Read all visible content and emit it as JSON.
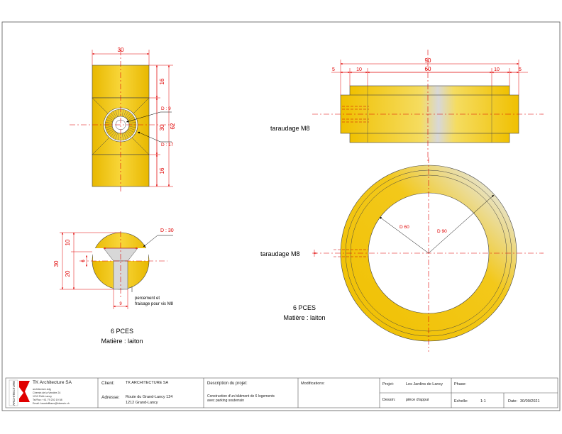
{
  "colors": {
    "brass": "#f2c200",
    "dim": "#e00000",
    "bore": "#cfcfcf",
    "border": "#555555"
  },
  "part_top": {
    "dims": {
      "width": "30",
      "h_top": "16",
      "h_mid": "30",
      "h_bot": "16",
      "h_total": "62",
      "d_inner": "D : 9",
      "d_outer": "D : 17"
    }
  },
  "part_small": {
    "dims": {
      "top": "D : 30",
      "h1": "10",
      "h2": "20",
      "h_total": "30",
      "side": "6",
      "bottom": "9"
    },
    "note": [
      "percement et",
      "fraisage pour vis M8"
    ],
    "qty": "6 PCES",
    "material": "Matière : laiton"
  },
  "ring": {
    "dims": {
      "total": "90",
      "left_end": "5",
      "left": "10",
      "mid": "60",
      "right": "10",
      "right_end": "5",
      "d_inner": "D 60",
      "d_outer": "D 90",
      "thread_small": "8"
    },
    "thread_label_1": "taraudage M8",
    "thread_label_2": "taraudage M8",
    "qty": "6 PCES",
    "material": "Matière : laiton"
  },
  "title_block": {
    "logo_text": "ARCHITECTURE",
    "company": "TK Architecture SA",
    "company_lines": [
      "architecture.kdg",
      "Chemin de la Vendée 24",
      "1213 Petit-Lancy",
      "Tel/Fax: +41 79 202 19 58",
      "Email: kaustoffkaus@bluewin.ch"
    ],
    "client_label": "Client:",
    "client_value": "TK ARCHITECTURE SA",
    "address_label": "Adresse:",
    "address_lines": [
      "Route du Grand-Lancy 124",
      "1212 Grand-Lancy"
    ],
    "desc_label": "Description du projet:",
    "desc_lines": [
      "Construction d'un bâtiment de 6 logements",
      "avec parking souterrain"
    ],
    "modif_label": "Modifications:",
    "projet_label": "Projet:",
    "projet_value": "Les Jardins de Lancy",
    "phase_label": "Phase:",
    "dessin_label": "Dessin:",
    "dessin_value": "pièce d'appui",
    "echelle_label": "Echelle:",
    "echelle_value": "1:1",
    "date_label": "Date:",
    "date_value": "30/09/2021"
  }
}
